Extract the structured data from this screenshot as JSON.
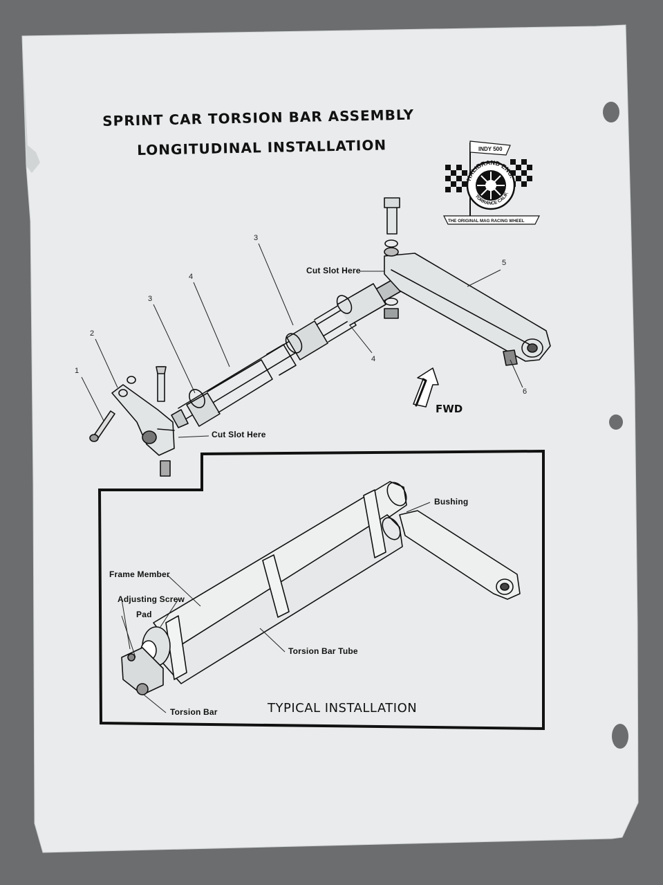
{
  "title": {
    "line1": "SPRINT CAR TORSION BAR ASSEMBLY",
    "line2": "LONGITUDINAL INSTALLATION"
  },
  "logo": {
    "flag_text": "INDY 500",
    "brand_text": "HALIBRAND ENG.",
    "location_text": "TORRANCE CALIF.",
    "banner_text": "THE ORIGINAL MAG RACING WHEEL"
  },
  "exploded_view": {
    "labels": {
      "cut_slot_top": "Cut Slot Here",
      "cut_slot_bottom": "Cut Slot Here",
      "fwd": "FWD"
    },
    "part_numbers": [
      "1",
      "2",
      "3",
      "4",
      "3",
      "4",
      "5",
      "6"
    ]
  },
  "installation_view": {
    "heading": "TYPICAL INSTALLATION",
    "labels": {
      "bushing": "Bushing",
      "frame_member": "Frame Member",
      "adjusting_screw": "Adjusting Screw",
      "pad": "Pad",
      "torsion_bar_tube": "Torsion Bar Tube",
      "torsion_bar": "Torsion Bar"
    }
  },
  "colors": {
    "background": "#6b6d6e",
    "paper": "#e9ebec",
    "ink": "#111111"
  }
}
